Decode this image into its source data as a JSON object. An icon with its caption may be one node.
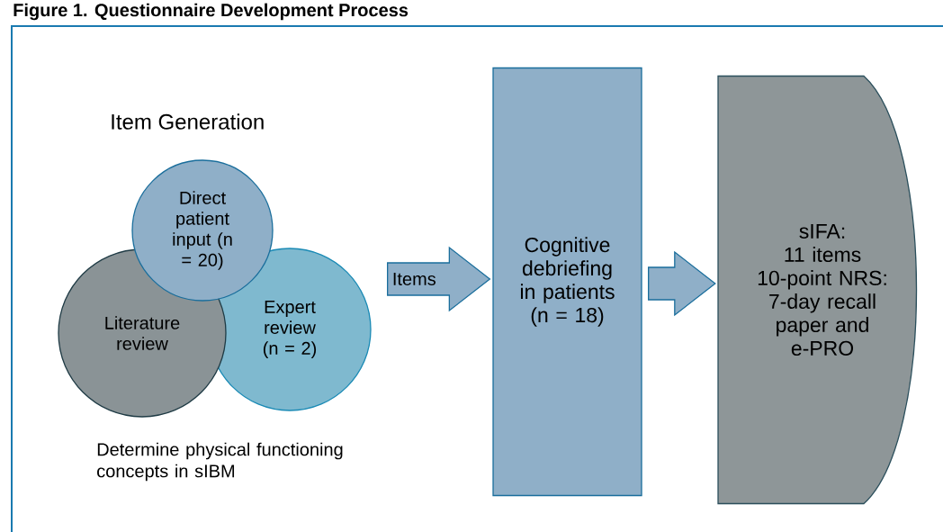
{
  "diagram": {
    "title": "Figure 1. Questionnaire Development Process",
    "nodes": [
      {
        "text": [
          "Direct patient input (n = 20)"
        ]
      },
      {
        "text": [
          "Literature review"
        ]
      },
      {
        "text": [
          "Expert review (n = 2)"
        ]
      },
      {
        "text": [
          "Cognitive debriefing in patients (n = 18)"
        ]
      },
      {
        "text": [
          "sIFA:",
          "11 items",
          "10-point NRS:",
          "7-day recall paper and e-PRO"
        ]
      }
    ],
    "edges": [
      {
        "from": 2,
        "to": 3,
        "arrow": "to",
        "label": "Items"
      },
      {
        "from": 3,
        "to": 4,
        "arrow": "to"
      }
    ],
    "labels": [
      "Item Generation",
      "Determine physical functioning concepts in sIBM"
    ]
  }
}
